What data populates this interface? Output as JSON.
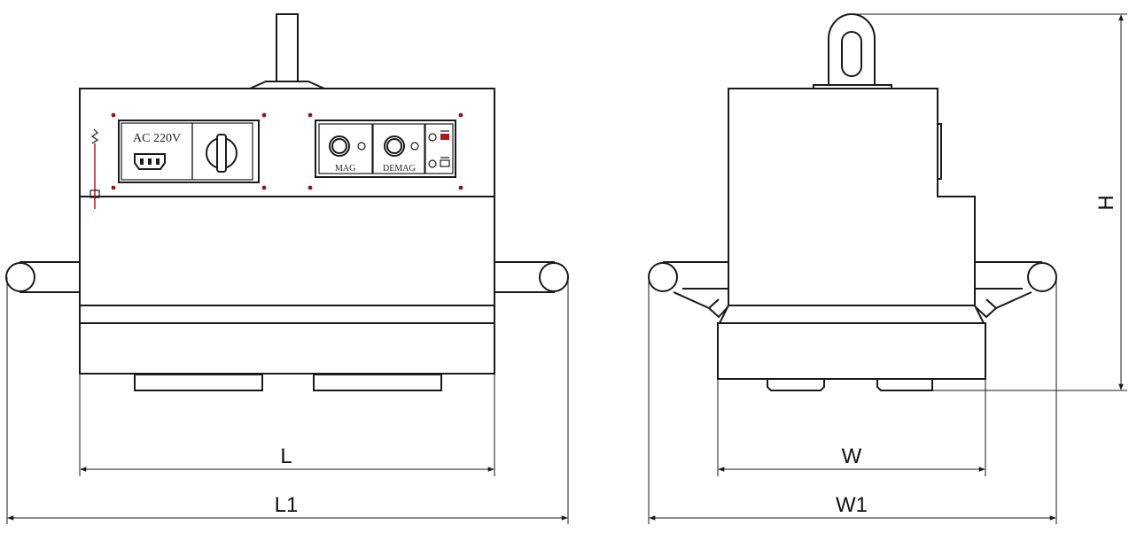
{
  "panel": {
    "power_label": "AC 220V",
    "mag_label": "MAG",
    "demag_label": "DEMAG"
  },
  "dimensions": {
    "L": "L",
    "L1": "L1",
    "W": "W",
    "W1": "W1",
    "H": "H"
  },
  "colors": {
    "line": "#1a1a1a",
    "accent_red": "#b01818"
  }
}
